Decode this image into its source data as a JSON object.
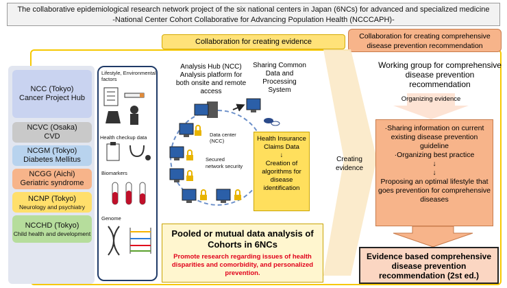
{
  "header": {
    "line1": "The collaborative epidemiological research network project of the six national centers in Japan (6NCs) for advanced and specialized medicine",
    "line2": "-National Center Cohort Collaborative for Advancing Population Health (NCCCAPH)-"
  },
  "collab": {
    "evidence_label": "Collaboration for creating evidence",
    "prevention_label": "Collaboration for creating comprehensive disease prevention recommendation"
  },
  "centers": [
    {
      "name": "NCC (Tokyo)",
      "desc": "Cancer Project Hub",
      "color": "#c9d3f0"
    },
    {
      "name": "NCVC (Osaka)",
      "desc": "CVD",
      "color": "#c9c9c9"
    },
    {
      "name": "NCGM (Tokyo)",
      "desc": "Diabetes Mellitus",
      "color": "#b8d3ee"
    },
    {
      "name": "NCGG (Aichi)",
      "desc": "Geriatric syndrome",
      "color": "#f7b48a"
    },
    {
      "name": "NCNP (Tokyo)",
      "desc": "Neurology and psychiatry",
      "color": "#ffdf6b"
    },
    {
      "name": "NCCHD (Tokyo)",
      "desc": "Child health and development",
      "color": "#b6dd9c"
    }
  ],
  "data_types": {
    "lifestyle": "Lifestyle, Environmental factors",
    "checkup": "Health checkup data",
    "biomarkers": "Biomarkers",
    "genome": "Genome"
  },
  "hub": {
    "title": "Analysis Hub (NCC)",
    "desc": "Analysis platform for both onsite and remote access",
    "datacenter": "Data center (NCC)",
    "secured": "Secured network security"
  },
  "share": {
    "label": "Sharing Common Data and Processing System"
  },
  "claims": {
    "title": "Health Insurance Claims Data",
    "arrow": "↓",
    "result": "Creation of algorithms for disease identification"
  },
  "pooled": {
    "title": "Pooled or mutual data analysis of Cohorts in 6NCs",
    "subtitle": "Promote research regarding issues of health disparities and comorbidity, and personalized prevention."
  },
  "creating_evidence": "Creating evidence",
  "working_group": "Working group for comprehensive disease prevention recommendation",
  "organizing": "Organizing evidence",
  "orange_box": {
    "p1": "·Sharing information on current existing disease prevention guideline",
    "p2": "·Organizing best practice",
    "arrow1": "↓",
    "arrow2": "↓",
    "p3": "Proposing an optimal lifestyle that goes prevention for comprehensive diseases"
  },
  "evidence_box": "Evidence based comprehensive disease prevention recommendation (2st ed.)",
  "colors": {
    "frame": "#f6c800",
    "orange": "#f7b48a",
    "navy": "#1f3a67",
    "red_text": "#e0001b"
  },
  "icons": [
    "checklist-icon",
    "cigarette-icon",
    "food-bag-icon",
    "person-smoking-icon",
    "clipboard-icon",
    "stethoscope-icon",
    "test-tubes-icon",
    "dna-icon",
    "computer-icon",
    "padlock-icon",
    "pills-icon"
  ]
}
